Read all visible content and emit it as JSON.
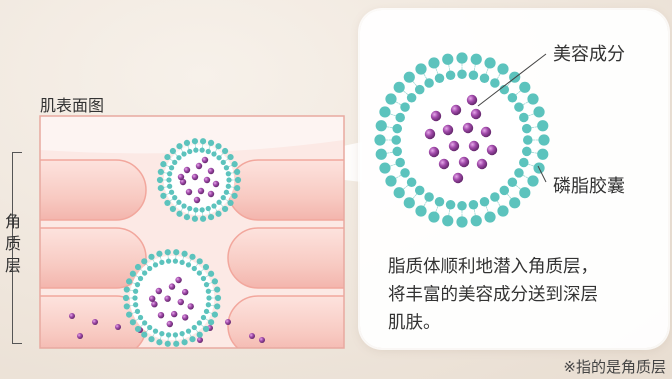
{
  "skin_diagram": {
    "title": "肌表面图",
    "layer_label": "角质层"
  },
  "zoom_callout": {
    "ingredient_label": "美容成分",
    "phospholipid_label": "磷脂胶囊",
    "description_lines": [
      "脂质体顺利地潜入角质层，",
      "将丰富的美容成分送到深层",
      "肌肤。"
    ]
  },
  "footnote": "※指的是角质层",
  "colors": {
    "shell": "#5cc3bd",
    "ingredient": "#8a3f8f",
    "skin_cell": "#f7c4bc",
    "skin_bg": "#fbe4df",
    "callout_bg": "#ffffff"
  }
}
